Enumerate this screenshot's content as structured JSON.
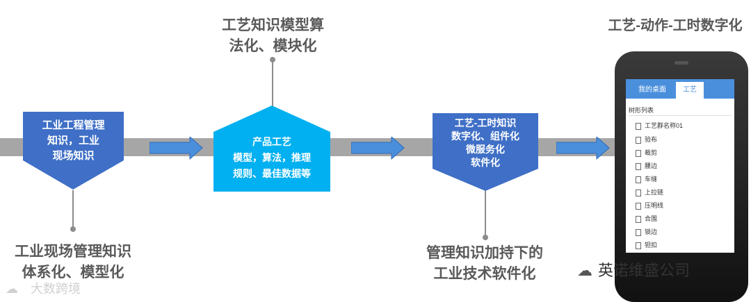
{
  "stages": [
    {
      "label": "工业工程管理\n知识，工业\n现场知识",
      "caption": "工业现场管理知识\n体系化、模型化"
    },
    {
      "label": "产品工艺\n模型，算法，推理\n规则、最佳数据等",
      "caption": "工艺知识模型算\n法化、模块化"
    },
    {
      "label": "工艺-工时知识\n数字化、组件化\n微服务化\n软件化",
      "caption": "管理知识加持下的\n工业技术软件化"
    }
  ],
  "phone": {
    "title": "工艺-动作-工时数字化",
    "tabs": [
      "我的桌面",
      "工艺"
    ],
    "list_title": "树形列表",
    "items": [
      "工艺群名称01",
      "验布",
      "裁剪",
      "腰边",
      "车缝",
      "上拉链",
      "压明线",
      "合围",
      "锁边",
      "钽扣"
    ]
  },
  "watermarks": {
    "left": "大数跨境",
    "right": "英诺维盛公司"
  },
  "colors": {
    "dark_blue": "#3f6fc6",
    "cyan": "#00b0f0",
    "track": "#a6a6a6",
    "caption": "#595959"
  }
}
